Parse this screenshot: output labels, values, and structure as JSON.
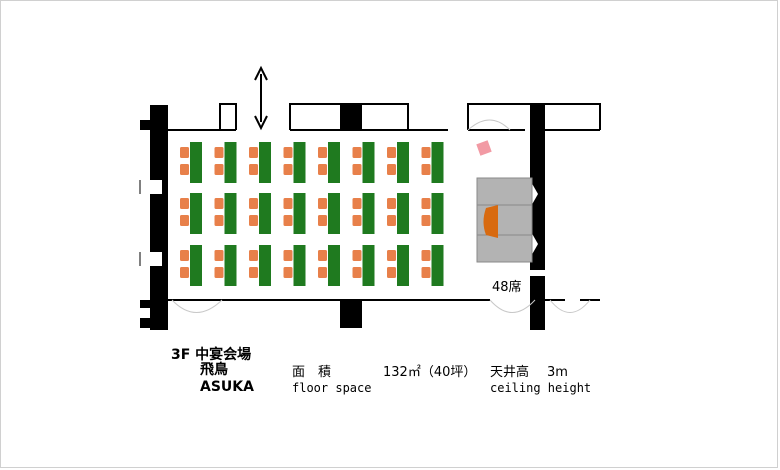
{
  "room": {
    "floor_name": "3F 中宴会場",
    "name_jp": "飛鳥",
    "name_en": "ASUKA",
    "seats": "48席"
  },
  "info": {
    "area_label_jp": "面　積",
    "area_value": "132㎡（40坪）",
    "area_label_en": "floor space",
    "ceiling_label_jp": "天井高",
    "ceiling_value": "3m",
    "ceiling_label_en": "ceiling height"
  },
  "layout": {
    "table_rows": 3,
    "table_columns": 8,
    "chairs_per_table": 2,
    "table_color": "#1f7a1f",
    "chair_color": "#e8804a",
    "stage_color": "#b3b3b3",
    "podium_color": "#d86a10",
    "marker_color": "#f29aa4",
    "wall_color": "#000000"
  },
  "icons": {
    "double_arrow": "double-headed-vertical-arrow-icon"
  }
}
